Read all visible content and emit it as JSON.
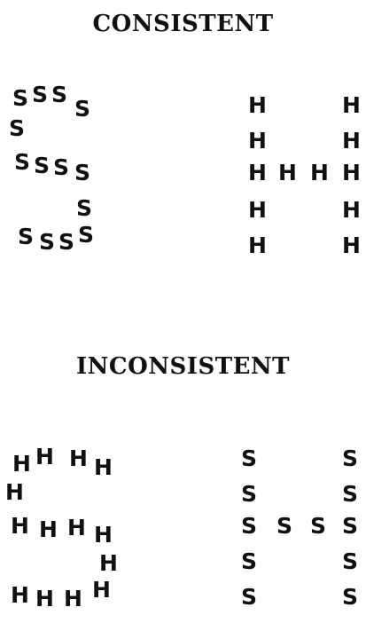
{
  "headings": {
    "consistent": "CONSISTENT",
    "inconsistent": "INCONSISTENT"
  },
  "figures": {
    "consistent": {
      "left_shape": {
        "global_letter": "S",
        "local_letter": "S"
      },
      "right_shape": {
        "global_letter": "H",
        "local_letter": "H"
      }
    },
    "inconsistent": {
      "left_shape": {
        "global_letter": "S",
        "local_letter": "H"
      },
      "right_shape": {
        "global_letter": "H",
        "local_letter": "S"
      }
    }
  }
}
